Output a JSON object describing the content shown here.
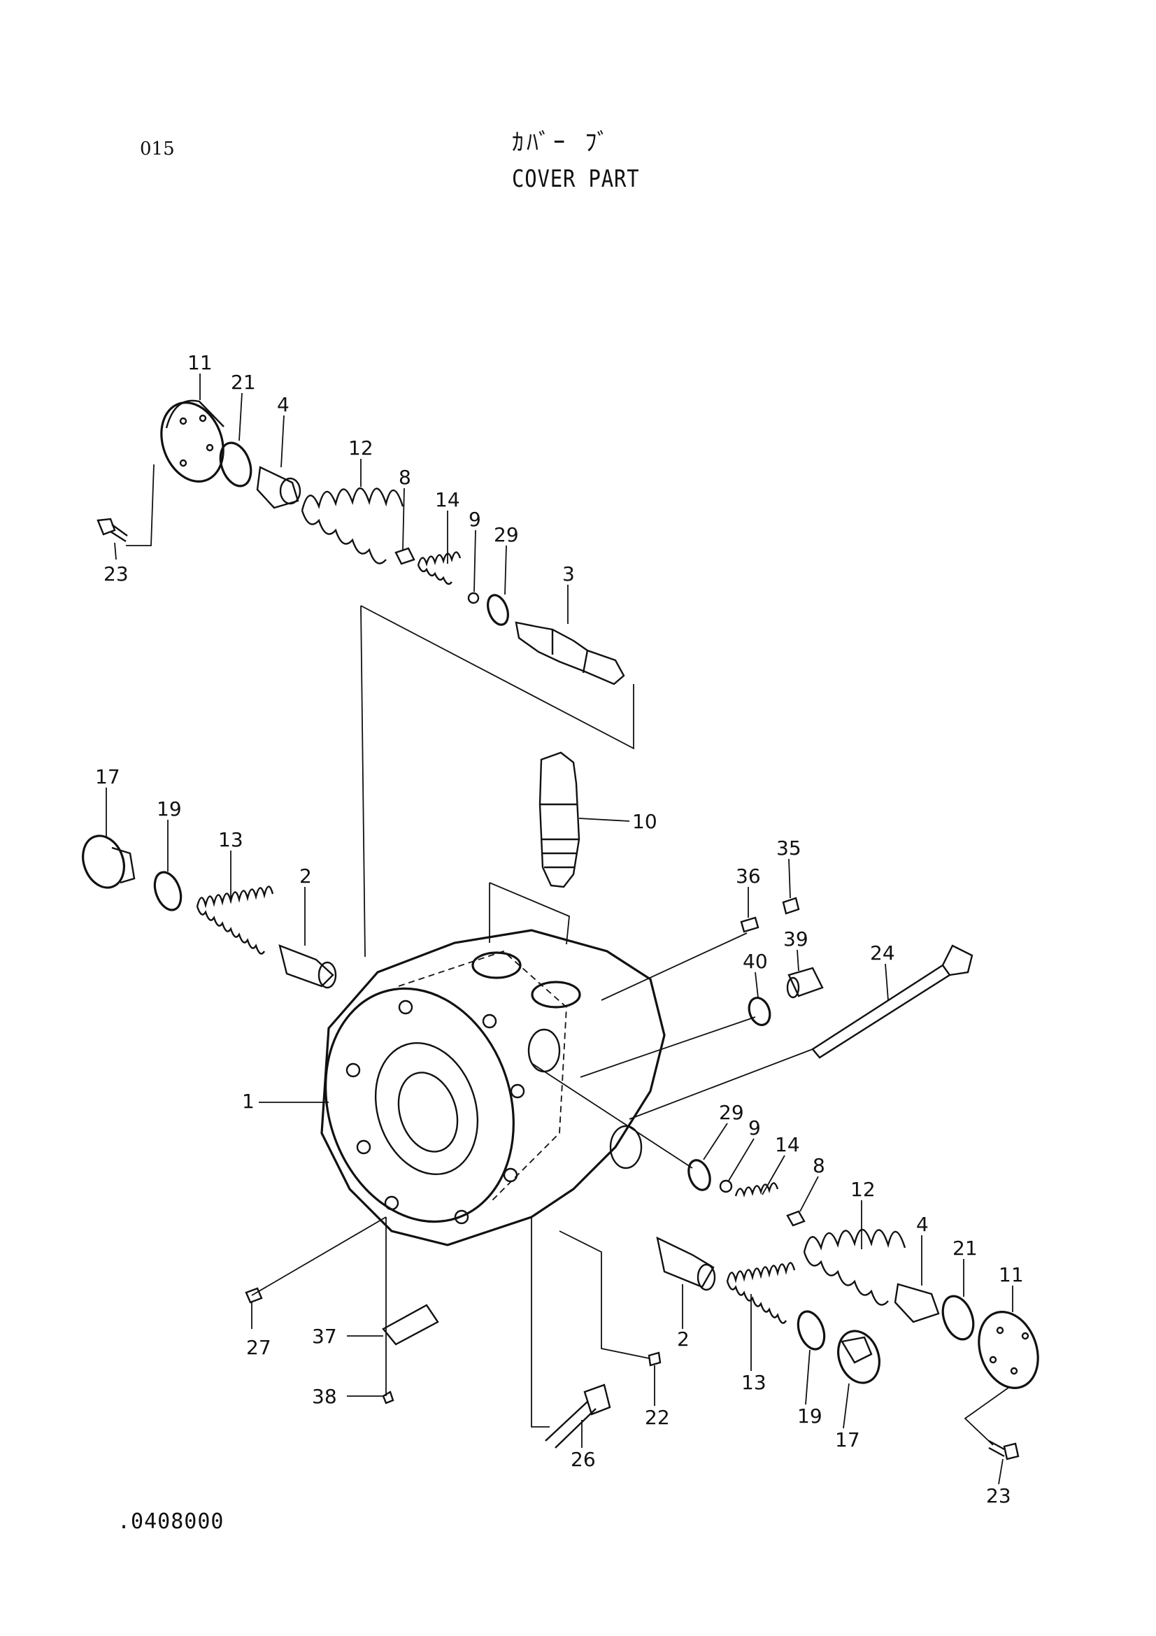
{
  "header": {
    "page_number": "015",
    "title_jp": "ｶﾊﾞｰ ﾌﾞ",
    "title_en": "COVER PART"
  },
  "footer": {
    "doc_code": ".0408000"
  },
  "callouts": [
    {
      "id": "c11a",
      "label": "11"
    },
    {
      "id": "c21a",
      "label": "21"
    },
    {
      "id": "c4a",
      "label": "4"
    },
    {
      "id": "c12a",
      "label": "12"
    },
    {
      "id": "c8a",
      "label": "8"
    },
    {
      "id": "c14a",
      "label": "14"
    },
    {
      "id": "c9a",
      "label": "9"
    },
    {
      "id": "c29a",
      "label": "29"
    },
    {
      "id": "c3",
      "label": "3"
    },
    {
      "id": "c23a",
      "label": "23"
    },
    {
      "id": "c10",
      "label": "10"
    },
    {
      "id": "c17a",
      "label": "17"
    },
    {
      "id": "c19a",
      "label": "19"
    },
    {
      "id": "c13a",
      "label": "13"
    },
    {
      "id": "c2a",
      "label": "2"
    },
    {
      "id": "c36",
      "label": "36"
    },
    {
      "id": "c35",
      "label": "35"
    },
    {
      "id": "c39",
      "label": "39"
    },
    {
      "id": "c40",
      "label": "40"
    },
    {
      "id": "c24",
      "label": "24"
    },
    {
      "id": "c1",
      "label": "1"
    },
    {
      "id": "c29b",
      "label": "29"
    },
    {
      "id": "c9b",
      "label": "9"
    },
    {
      "id": "c14b",
      "label": "14"
    },
    {
      "id": "c8b",
      "label": "8"
    },
    {
      "id": "c12b",
      "label": "12"
    },
    {
      "id": "c4b",
      "label": "4"
    },
    {
      "id": "c21b",
      "label": "21"
    },
    {
      "id": "c11b",
      "label": "11"
    },
    {
      "id": "c27",
      "label": "27"
    },
    {
      "id": "c37",
      "label": "37"
    },
    {
      "id": "c38",
      "label": "38"
    },
    {
      "id": "c2b",
      "label": "2"
    },
    {
      "id": "c13b",
      "label": "13"
    },
    {
      "id": "c19b",
      "label": "19"
    },
    {
      "id": "c17b",
      "label": "17"
    },
    {
      "id": "c22",
      "label": "22"
    },
    {
      "id": "c26",
      "label": "26"
    },
    {
      "id": "c23b",
      "label": "23"
    }
  ]
}
